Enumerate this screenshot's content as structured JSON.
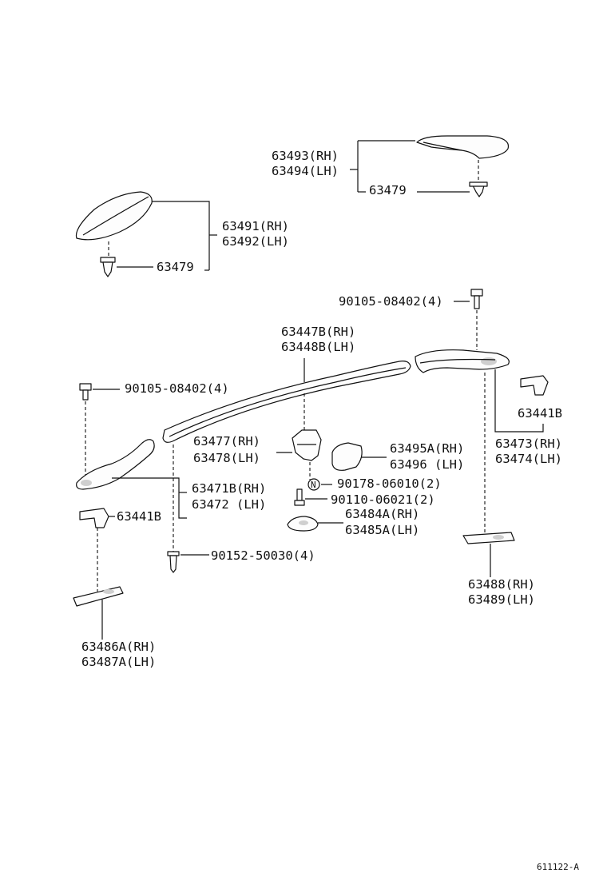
{
  "callouts": {
    "c1": {
      "line1": "63493(RH)",
      "line2": "63494(LH)"
    },
    "c2": {
      "text": "63479"
    },
    "c3": {
      "line1": "63491(RH)",
      "line2": "63492(LH)"
    },
    "c4": {
      "text": "63479"
    },
    "c5": {
      "text": "90105-08402(4)"
    },
    "c6": {
      "line1": "63447B(RH)",
      "line2": "63448B(LH)"
    },
    "c7": {
      "text": "90105-08402(4)"
    },
    "c8": {
      "text": "63441B"
    },
    "c9": {
      "line1": "63473(RH)",
      "line2": "63474(LH)"
    },
    "c10": {
      "line1": "63477(RH)",
      "line2": "63478(LH)"
    },
    "c11": {
      "line1": "63495A(RH)",
      "line2": "63496  (LH)"
    },
    "c12": {
      "line1": "63471B(RH)",
      "line2": "63472  (LH)"
    },
    "c13": {
      "text": "90178-06010(2)",
      "badge": "N"
    },
    "c14": {
      "text": "90110-06021(2)"
    },
    "c15": {
      "line1": "63484A(RH)",
      "line2": "63485A(LH)"
    },
    "c16": {
      "text": "63441B"
    },
    "c17": {
      "text": "90152-50030(4)"
    },
    "c18": {
      "line1": "63488(RH)",
      "line2": "63489(LH)"
    },
    "c19": {
      "line1": "63486A(RH)",
      "line2": "63487A(LH)"
    }
  },
  "diagram_code": "611122-A"
}
